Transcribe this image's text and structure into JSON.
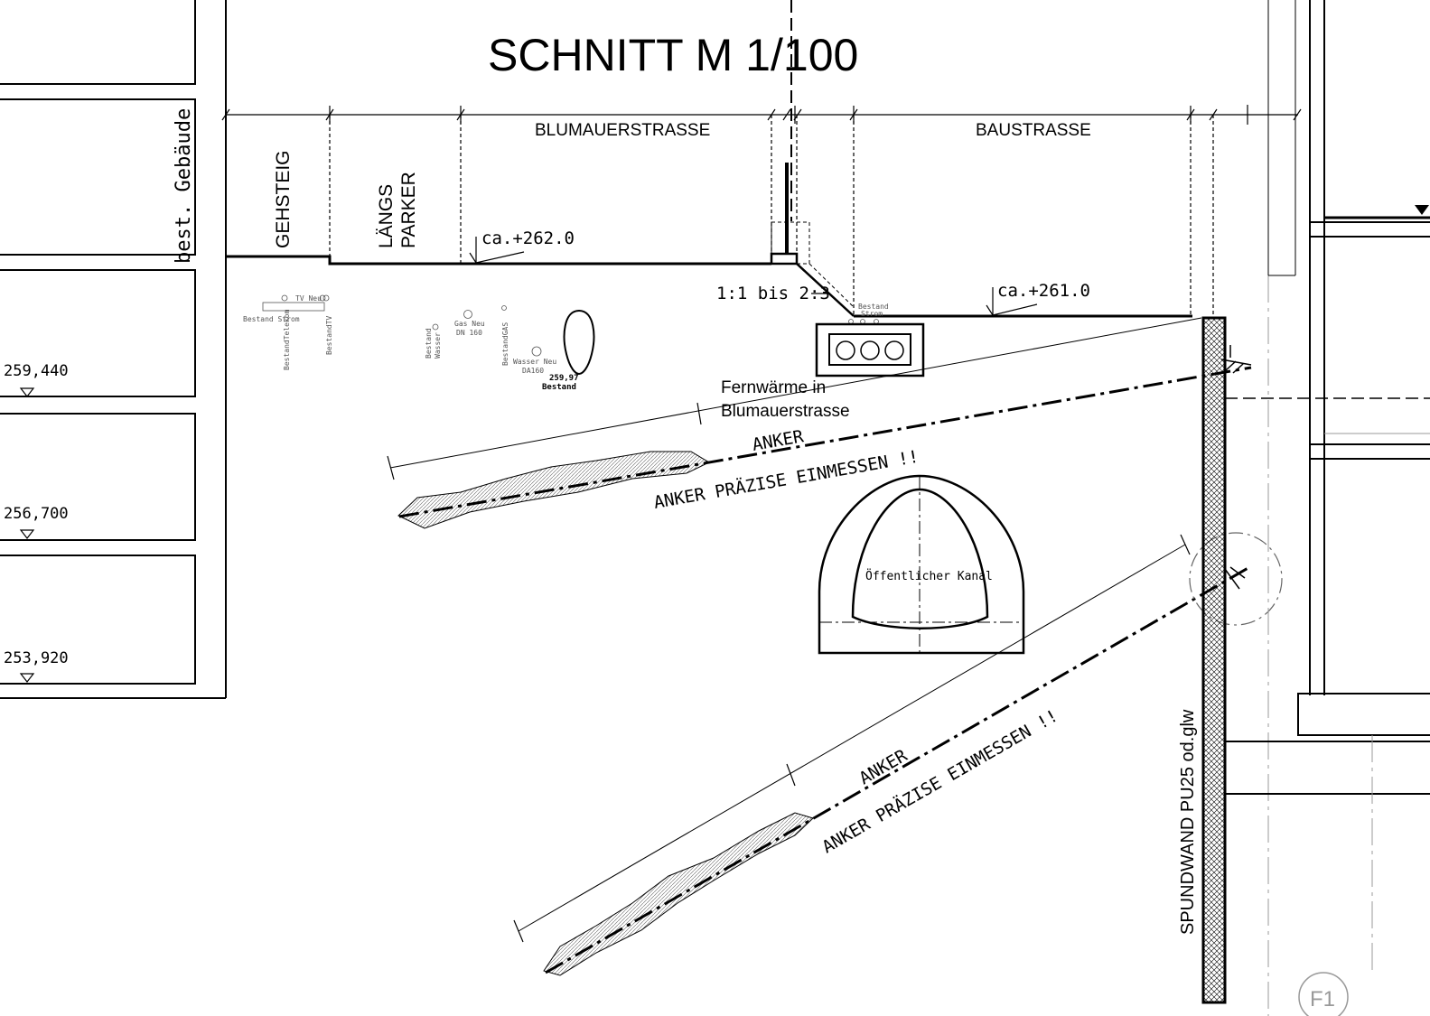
{
  "title": "SCHNITT  M 1/100",
  "zones": {
    "gehsteig": "GEHSTEIG",
    "laengs": "LÄNGS",
    "parker": "PARKER",
    "blumauer": "BLUMAUERSTRASSE",
    "baustrasse": "BAUSTRASSE"
  },
  "building_label": "best. Gebäude",
  "levels": {
    "l1": "259,440",
    "l2": "256,700",
    "l3": "253,920",
    "ground_high": "ca.+262.0",
    "ground_low": "ca.+261.0"
  },
  "slope": "1:1 bis 2:3",
  "utilities": {
    "tv_neu": "TV Neu",
    "bestand_strom": "Bestand Strom",
    "bestand_telekom": "BestandTelekom",
    "bestand_tv": "BestandTV",
    "bestand_wasser_1": "Bestand",
    "bestand_wasser_2": "Wasser",
    "gas_neu_1": "Gas Neu",
    "gas_neu_2": "DN 160",
    "bestand_gas": "BestandGAS",
    "wasser_neu_1": "Wasser Neu",
    "wasser_neu_2": "DA160",
    "kanal_bestand_1": "259,97",
    "kanal_bestand_2": "Bestand",
    "bestand_strom_2_1": "Bestand",
    "bestand_strom_2_2": "Strom"
  },
  "fernwaerme": {
    "line1": "Fernwärme in",
    "line2": "Blumauerstrasse"
  },
  "anchor_1": {
    "label": "ANKER",
    "note": "ANKER PRÄZISE EINMESSEN !!"
  },
  "anchor_2": {
    "label": "ANKER",
    "note": "ANKER PRÄZISE EINMESSEN !!"
  },
  "kanal_label": "Öffentlicher Kanal",
  "spundwand": "SPUNDWAND PU25 od.glw",
  "axis_label": "F1"
}
